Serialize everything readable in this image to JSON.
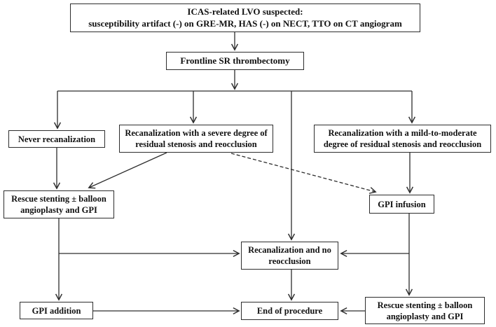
{
  "figure": {
    "type": "flowchart",
    "background": "#ffffff",
    "line_color": "#2d2d2d",
    "box_border_color": "#2d2d2d",
    "text_color": "#111111"
  },
  "nodes": {
    "suspected": {
      "line1": "ICAS-related LVO suspected:",
      "line2": "susceptibility artifact (-) on GRE-MR, HAS (-) on NECT, TTO on CT angiogram"
    },
    "frontline": {
      "label": "Frontline SR thrombectomy"
    },
    "never_recanalization": {
      "label": "Never recanalization"
    },
    "severe_reocclusion": {
      "label": "Recanalization with a severe degree of residual stenosis and reocclusion"
    },
    "mild_moderate_reocclusion": {
      "label": "Recanalization with a mild-to-moderate degree of residual stenosis and reocclusion"
    },
    "rescue_stenting_left": {
      "label": "Rescue stenting ± balloon angioplasty and GPI"
    },
    "gpi_infusion": {
      "label": "GPI infusion"
    },
    "recanalization_no_reocclusion": {
      "label": "Recanalization and no reocclusion"
    },
    "gpi_addition": {
      "label": "GPI addition"
    },
    "end_of_procedure": {
      "label": "End of procedure"
    },
    "rescue_stenting_right": {
      "label": "Rescue stenting ± balloon angioplasty and GPI"
    }
  },
  "edges": [
    {
      "from": "suspected",
      "to": "frontline",
      "style": "solid"
    },
    {
      "from": "frontline",
      "to": "never_recanalization",
      "style": "solid"
    },
    {
      "from": "frontline",
      "to": "severe_reocclusion",
      "style": "solid"
    },
    {
      "from": "frontline",
      "to": "recanalization_no_reocclusion",
      "style": "solid"
    },
    {
      "from": "frontline",
      "to": "mild_moderate_reocclusion",
      "style": "solid"
    },
    {
      "from": "never_recanalization",
      "to": "rescue_stenting_left",
      "style": "solid"
    },
    {
      "from": "severe_reocclusion",
      "to": "rescue_stenting_left",
      "style": "solid"
    },
    {
      "from": "severe_reocclusion",
      "to": "gpi_infusion",
      "style": "dashed"
    },
    {
      "from": "mild_moderate_reocclusion",
      "to": "gpi_infusion",
      "style": "solid"
    },
    {
      "from": "rescue_stenting_left",
      "to": "recanalization_no_reocclusion",
      "style": "solid"
    },
    {
      "from": "rescue_stenting_left",
      "to": "gpi_addition",
      "style": "solid"
    },
    {
      "from": "gpi_infusion",
      "to": "recanalization_no_reocclusion",
      "style": "solid"
    },
    {
      "from": "gpi_infusion",
      "to": "rescue_stenting_right",
      "style": "solid"
    },
    {
      "from": "gpi_addition",
      "to": "end_of_procedure",
      "style": "solid"
    },
    {
      "from": "recanalization_no_reocclusion",
      "to": "end_of_procedure",
      "style": "solid"
    },
    {
      "from": "rescue_stenting_right",
      "to": "end_of_procedure",
      "style": "solid"
    }
  ]
}
